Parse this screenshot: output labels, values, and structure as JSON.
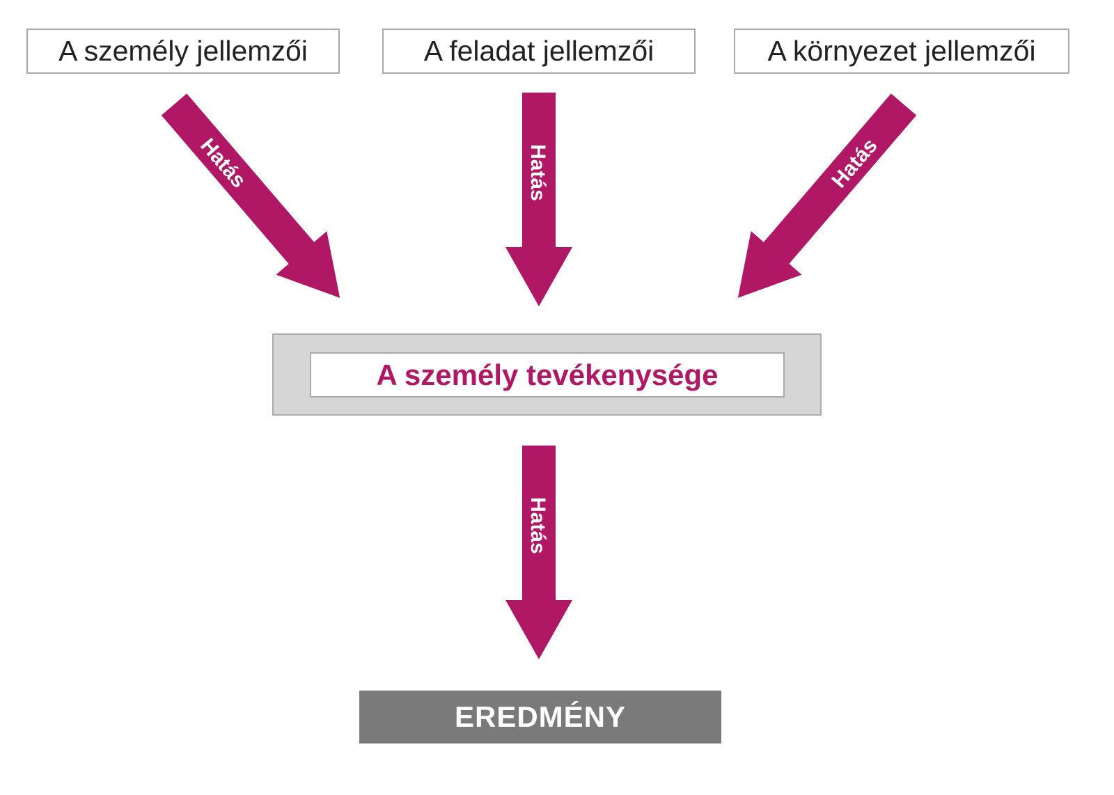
{
  "inputs": [
    {
      "label": "A személy jellemzői"
    },
    {
      "label": "A feladat jellemzői"
    },
    {
      "label": "A környezet jellemzői"
    }
  ],
  "arrows": {
    "label": "Hatás",
    "color": "#b01764"
  },
  "activity": {
    "label": "A személy tevékenysége"
  },
  "result": {
    "label": "EREDMÉNY"
  }
}
